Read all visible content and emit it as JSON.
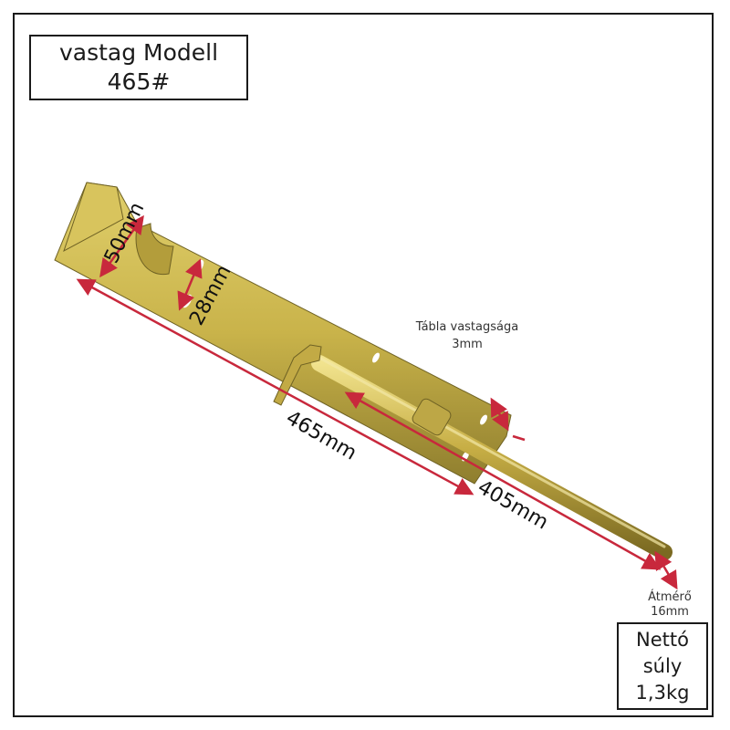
{
  "title": {
    "line1": "vastag Modell",
    "line2": "465#"
  },
  "dimensions": {
    "width_plate": "50mm",
    "slot": "28mm",
    "total_length": "465mm",
    "bolt_length": "405mm"
  },
  "plate_thickness": {
    "line1": "Tábla vastagsága",
    "line2": "3mm"
  },
  "diameter": {
    "line1": "Átmérő",
    "line2": "16mm"
  },
  "net_weight": {
    "line1": "Nettó",
    "line2": "súly",
    "line3": "1,3kg"
  },
  "colors": {
    "arrow": "#c8283c",
    "metal": "#c9b34a",
    "metal_dark": "#8a7a2a",
    "border": "#1a1a1a"
  },
  "icons": [
    "gate-bolt-latch-illustration"
  ]
}
